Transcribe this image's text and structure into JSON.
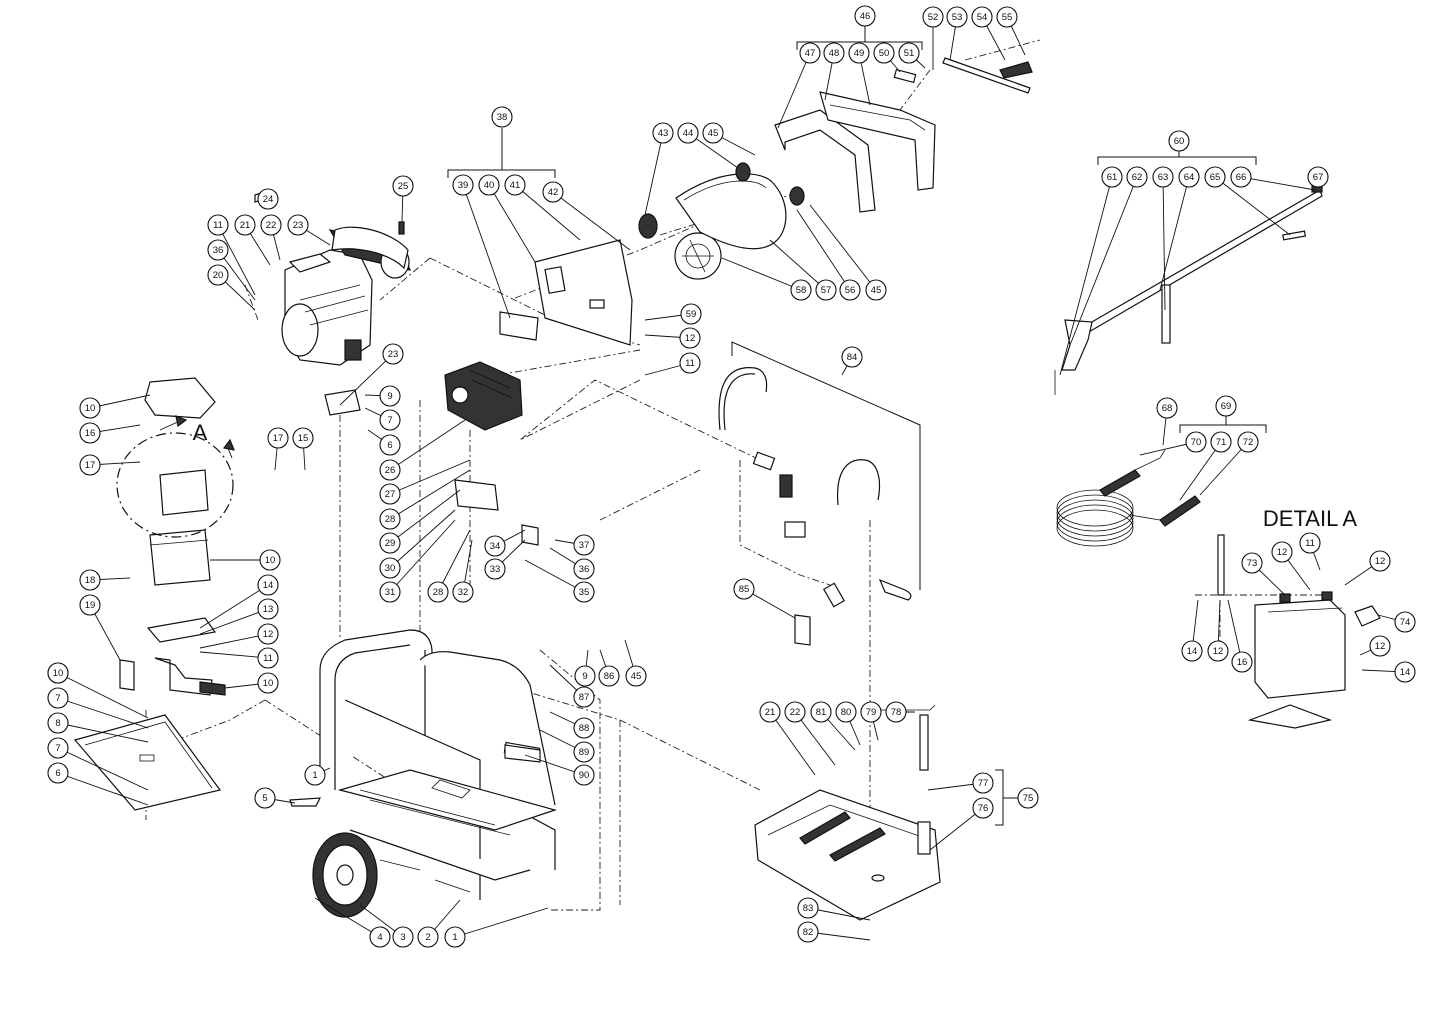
{
  "detail_title": "DETAIL A",
  "view_label": "A",
  "callouts": [
    "1",
    "1",
    "2",
    "3",
    "4",
    "5",
    "6",
    "6",
    "7",
    "7",
    "7",
    "8",
    "9",
    "9",
    "9",
    "10",
    "10",
    "10",
    "10",
    "11",
    "11",
    "11",
    "11",
    "12",
    "12",
    "12",
    "12",
    "12",
    "12",
    "13",
    "14",
    "14",
    "14",
    "15",
    "16",
    "16",
    "17",
    "17",
    "18",
    "19",
    "20",
    "21",
    "21",
    "22",
    "22",
    "23",
    "23",
    "24",
    "25",
    "26",
    "27",
    "28",
    "28",
    "29",
    "30",
    "31",
    "32",
    "33",
    "34",
    "35",
    "36",
    "36",
    "37",
    "38",
    "39",
    "40",
    "41",
    "42",
    "43",
    "44",
    "45",
    "45",
    "45",
    "46",
    "47",
    "48",
    "49",
    "50",
    "51",
    "52",
    "53",
    "54",
    "55",
    "56",
    "57",
    "58",
    "59",
    "60",
    "61",
    "62",
    "63",
    "64",
    "65",
    "66",
    "67",
    "68",
    "69",
    "70",
    "71",
    "72",
    "73",
    "74",
    "75",
    "76",
    "77",
    "78",
    "79",
    "80",
    "81",
    "82",
    "83",
    "84",
    "85",
    "86",
    "87",
    "88",
    "89",
    "90"
  ]
}
